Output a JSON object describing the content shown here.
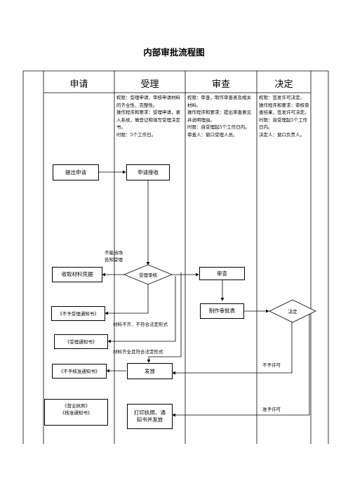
{
  "title": "内部审批流程图",
  "headers": {
    "apply": "申请",
    "accept": "受理",
    "review": "审查",
    "decide": "决定"
  },
  "descriptions": {
    "accept": "权限：受理申请、审核申请材料的齐全性、完整性。\n操作程序和要求：受理申请，录入系统，做登记和填写受理决定书。\n时限：5个工作日。",
    "review": "权限：审查，制作审查表及相关材料。\n操作程序和要求：提出审查意见并说明理由。\n时限：自受理起5个工作日内。\n审查人：窗口受理人员。",
    "decide": "权限：签发许可决定。\n操作程序和要求：审核审查结果，签发许可决定。\n时限：自受理起5个工作日内。\n决定人：窗口负责人。"
  },
  "nodes": {
    "submit": "提出申请",
    "receive": "申请接收",
    "collect_receipt": "收取材料凭据",
    "accept_review": "受理审核",
    "review": "审查",
    "not_accept_notice": "《不予受理通知书》",
    "make_table": "制作审批表",
    "decide": "决定",
    "accept_notice": "《受理通知书》",
    "not_approve_notice": "《不予核准通知书》",
    "issue": "发放",
    "license_doc": "《营业执照》\n《核准通知书》",
    "print_issue": "打印执照、通知书并发放"
  },
  "labels": {
    "cannot_inform": "不能当场\n告知受理",
    "incomplete": "材料不齐、不符合法定形式",
    "complete": "材料齐全且符合法定形式",
    "not_permit": "不予许可",
    "permit": "准予许可"
  }
}
